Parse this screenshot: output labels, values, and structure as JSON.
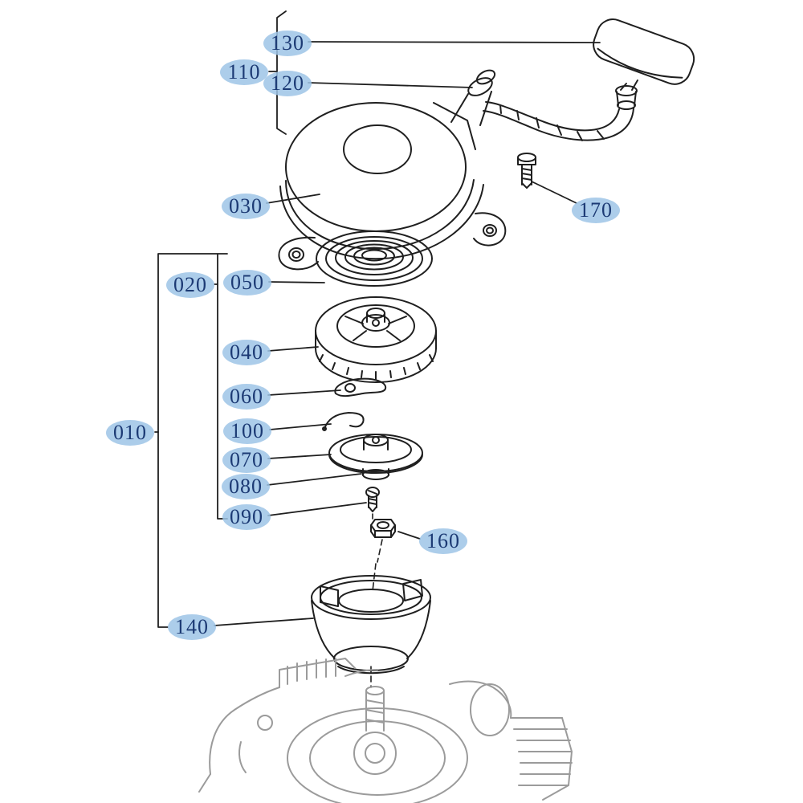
{
  "diagram": {
    "callouts": {
      "c010": "010",
      "c020": "020",
      "c030": "030",
      "c040": "040",
      "c050": "050",
      "c060": "060",
      "c070": "070",
      "c080": "080",
      "c090": "090",
      "c100": "100",
      "c110": "110",
      "c120": "120",
      "c130": "130",
      "c140": "140",
      "c160": "160",
      "c170": "170"
    },
    "colors": {
      "callout_fill": "#9ec4e6",
      "callout_text": "#1c3a74",
      "line_art": "#1f1f1f",
      "engine_faded": "#9b9b9b",
      "background": "#ffffff"
    }
  }
}
